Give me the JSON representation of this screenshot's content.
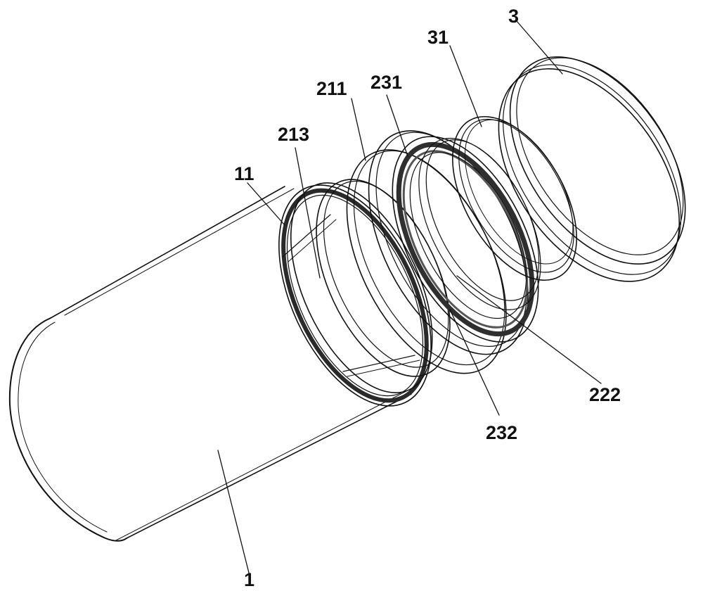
{
  "figure": {
    "labels": {
      "body": "1",
      "ring_groove": "11",
      "inner_sleeve": "213",
      "sleeve_flange": "211",
      "threaded_ring": "231",
      "thread_section": "232",
      "inner_cavity": "222",
      "cap_seal": "31",
      "cap": "3"
    }
  }
}
